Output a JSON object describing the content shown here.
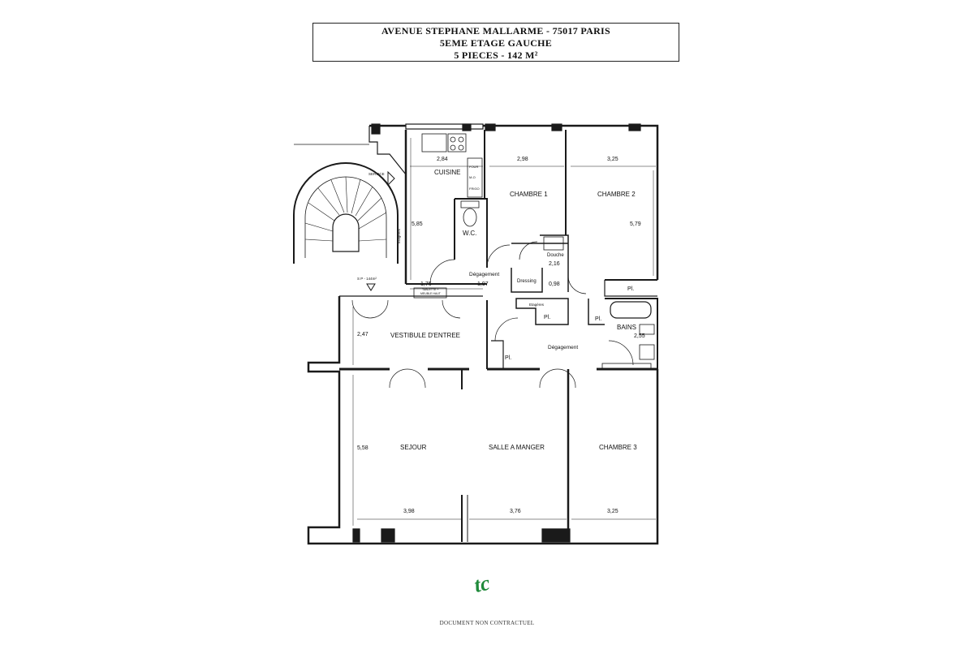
{
  "header": {
    "line1": "AVENUE STEPHANE MALLARME - 75017 PARIS",
    "line2": "5EME ETAGE GAUCHE",
    "line3": "5 PIECES - 142 M²"
  },
  "rooms": {
    "cuisine": "CUISINE",
    "chambre1": "CHAMBRE 1",
    "chambre2": "CHAMBRE 2",
    "chambre3": "CHAMBRE 3",
    "wc": "W.C.",
    "douche": "Douche",
    "dressing": "Dressing",
    "degagement1": "Dégagement",
    "degagement2": "Dégagement",
    "vestibule": "VESTIBULE D'ENTREE",
    "sejour": "SEJOUR",
    "salle_a_manger": "SALLE A MANGER",
    "bains": "BAINS",
    "etageres": "Etagères",
    "etageres2": "Etagères",
    "service": "SERVICE",
    "pl1": "Pl.",
    "pl2": "Pl.",
    "pl3": "Pl.",
    "pl4": "Pl.",
    "four": "FOUR",
    "mo": "M-O",
    "frigo": "FRIGO",
    "tablette": "TABLETTE +",
    "meuble": "MEUBLE HAUT",
    "sp": "S P - 144m²"
  },
  "dims": {
    "d284": "2,84",
    "d298": "2,98",
    "d325a": "3,25",
    "d585": "5,85",
    "d579": "5,79",
    "d216": "2,16",
    "d176": "1,76",
    "d197": "1,97",
    "d098": "0,98",
    "d247": "2,47",
    "d255": "2,55",
    "d558": "5,58",
    "d398": "3,98",
    "d376": "3,76",
    "d325b": "3,25"
  },
  "logo_text": "tc",
  "colors": {
    "logo": "#1f8a3a",
    "line": "#1a1a1a"
  },
  "footer": {
    "text": "DOCUMENT NON CONTRACTUEL"
  }
}
